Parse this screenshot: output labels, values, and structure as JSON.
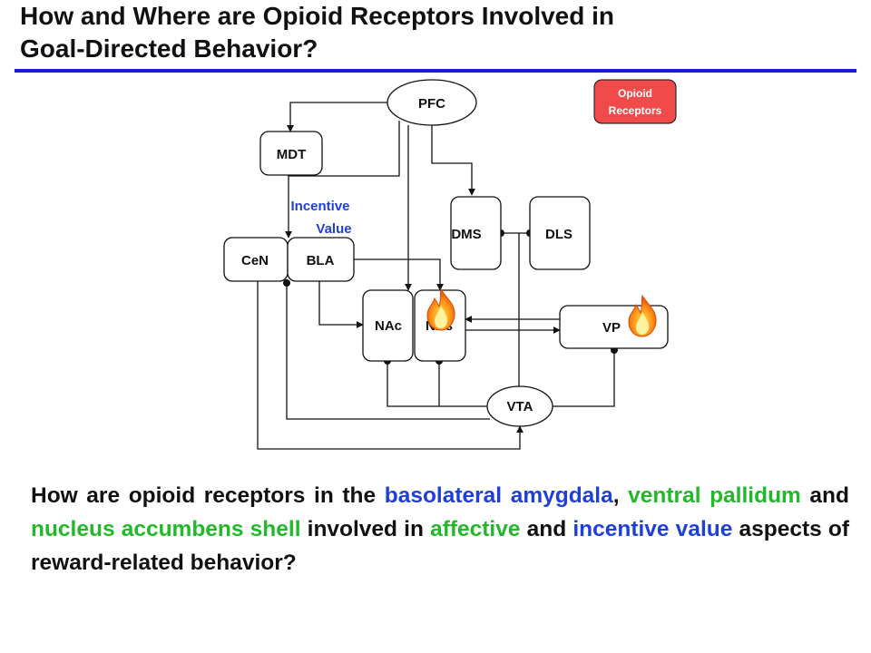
{
  "title_line1": "How and Where are Opioid Receptors Involved in",
  "title_line2": "Goal-Directed Behavior?",
  "legend": {
    "line1": "Opioid",
    "line2": "Receptors",
    "color": "#f04a4a"
  },
  "nodes": {
    "pfc": "PFC",
    "mdt": "MDT",
    "dms": "DMS",
    "dls": "DLS",
    "cen": "CeN",
    "bla": "BLA",
    "nac": "NAc",
    "nas": "NAs",
    "vp": "VP",
    "vta": "VTA"
  },
  "annotation": {
    "line1": "Incentive",
    "line2": "Value",
    "color": "#1f3fd6"
  },
  "question": {
    "p1": "How are opioid receptors in the ",
    "p2": "basolateral amygdala",
    "p3": ", ",
    "p4": "ventral pallidum",
    "p5": " and ",
    "p6": "nucleus accumbens shell",
    "p7": " involved in ",
    "p8": "affective",
    "p9": " and ",
    "p10": "incentive value",
    "p11": " aspects of reward-related behavior?",
    "blue": "#1f3fd6",
    "green": "#22b82a"
  }
}
